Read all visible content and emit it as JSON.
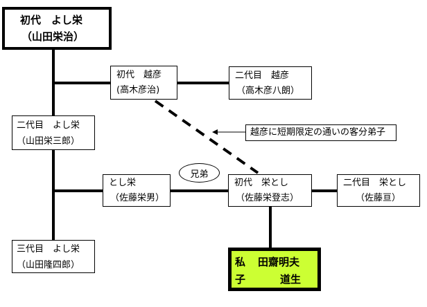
{
  "founder": {
    "line1": "初代　よし栄",
    "line2": "（山田栄治）"
  },
  "etsuhiko1": {
    "line1": "初代　越彦",
    "line2": "(高木彦治)"
  },
  "etsuhiko2": {
    "line1": "二代目　越彦",
    "line2": "（高木彦八朗）"
  },
  "yoshie2": {
    "line1": "二代目　よし栄",
    "line2": "（山田栄三郎）"
  },
  "callout": "越彦に短期限定の通いの客分弟子",
  "brothers": "兄弟",
  "toshie": {
    "line1": "とし栄",
    "line2": "（佐藤栄男）"
  },
  "eitoshi1": {
    "line1": "初代　栄とし",
    "line2": "（佐藤栄登志）"
  },
  "eitoshi2": {
    "line1": "二代目　栄とし",
    "line2": "（佐藤亘）"
  },
  "yoshie3": {
    "line1": "三代目　よし栄",
    "line2": "（山田隆四郎）"
  },
  "me": {
    "line1_label": "私",
    "line1_name": "田齋明夫",
    "line2_label": "子",
    "line2_name": "道生"
  },
  "colors": {
    "highlight": "#ccff33"
  }
}
